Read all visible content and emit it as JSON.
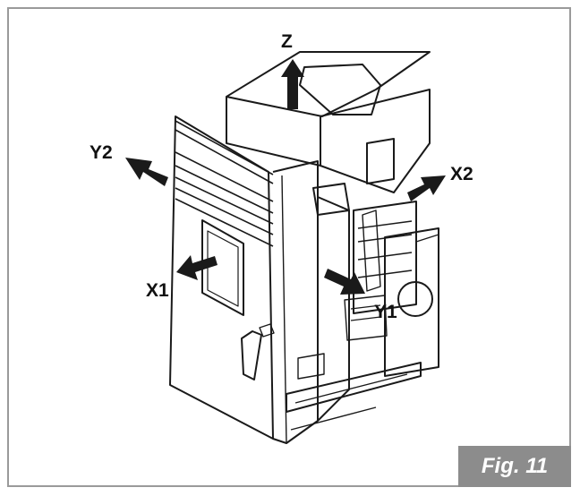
{
  "figure_label": "Fig. 11",
  "axes": {
    "z": "Z",
    "y2": "Y2",
    "x2": "X2",
    "x1": "X1",
    "y1": "Y1"
  },
  "colors": {
    "frame": "#9a9a9a",
    "badge": "#8c8c8c",
    "ink": "#111111"
  }
}
